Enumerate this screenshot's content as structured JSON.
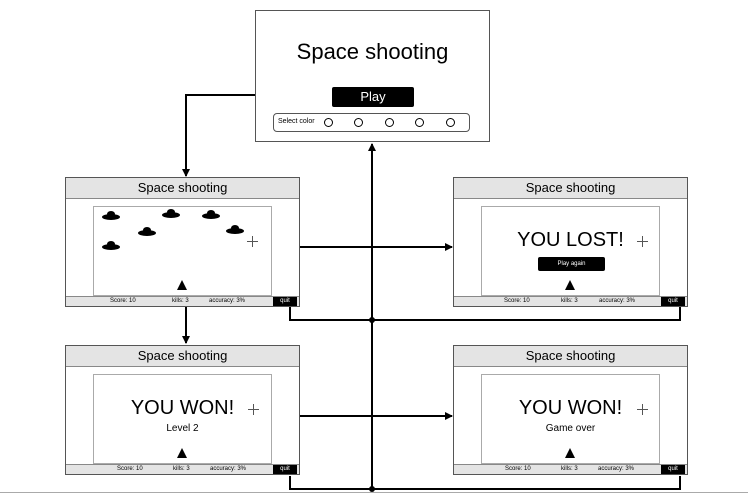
{
  "start": {
    "title": "Space shooting",
    "play_label": "Play",
    "select_color_label": "Select color",
    "color_options": 5
  },
  "screens": {
    "game": {
      "title": "Space shooting",
      "score": "Score: 10",
      "kills": "kills: 3",
      "accuracy": "accuracy: 3%",
      "quit": "quit"
    },
    "lost": {
      "title": "Space shooting",
      "headline": "YOU LOST!",
      "button": "Play again",
      "score": "Score: 10",
      "kills": "kills: 3",
      "accuracy": "accuracy: 3%",
      "quit": "quit"
    },
    "won_level": {
      "title": "Space shooting",
      "headline": "YOU WON!",
      "subtitle": "Level 2",
      "score": "Score: 10",
      "kills": "kills: 3",
      "accuracy": "accuracy: 3%",
      "quit": "quit"
    },
    "won_over": {
      "title": "Space shooting",
      "headline": "YOU WON!",
      "subtitle": "Game over",
      "score": "Score: 10",
      "kills": "kills: 3",
      "accuracy": "accuracy: 3%",
      "quit": "quit"
    }
  }
}
